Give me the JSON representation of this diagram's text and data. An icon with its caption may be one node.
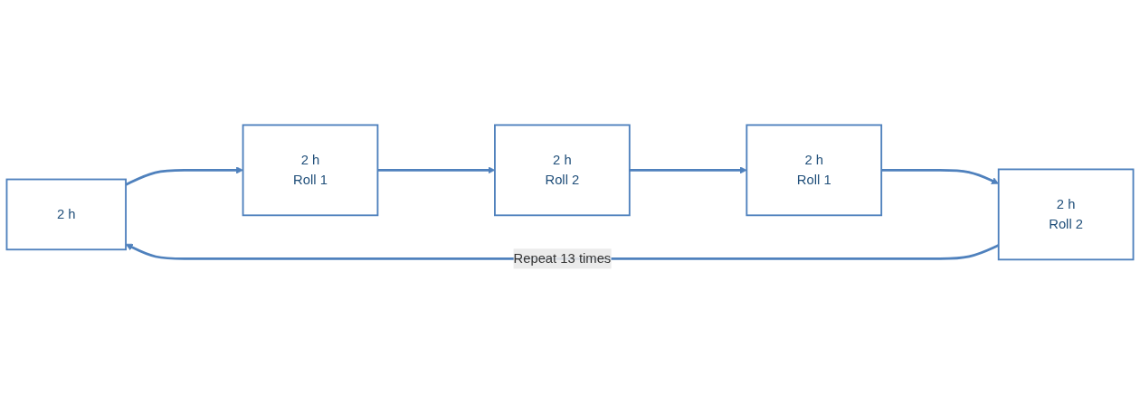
{
  "diagram": {
    "nodes": [
      {
        "text": [
          "2 h"
        ]
      },
      {
        "text": [
          "2 h",
          "Roll 1"
        ]
      },
      {
        "text": [
          "2 h",
          "Roll 2"
        ]
      },
      {
        "text": [
          "2 h",
          "Roll 1"
        ]
      },
      {
        "text": [
          "2 h",
          "Roll 2"
        ]
      }
    ],
    "edges": [
      {
        "from": 0,
        "to": 1,
        "arrow": "to"
      },
      {
        "from": 1,
        "to": 2,
        "arrow": "to"
      },
      {
        "from": 2,
        "to": 3,
        "arrow": "to"
      },
      {
        "from": 3,
        "to": 4,
        "arrow": "to"
      },
      {
        "from": 4,
        "to": 0,
        "arrow": "to",
        "label": "Repeat 13 times"
      }
    ]
  }
}
